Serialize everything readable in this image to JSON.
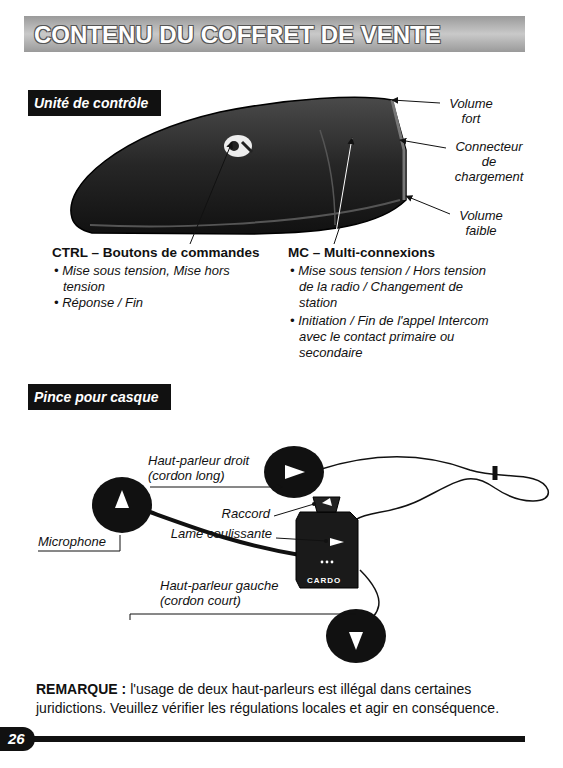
{
  "diagram": {
    "title": "CONTENU DU COFFRET DE VENTE",
    "nodes": [
      {
        "text": [
          "Unité de contrôle"
        ]
      },
      {
        "text": [
          "Pince pour casque"
        ]
      },
      {
        "text": [
          "26"
        ]
      }
    ],
    "edges": [],
    "labels": [
      "Volume fort",
      "Connecteur de chargement",
      "Volume faible",
      "CTRL – Boutons de commandes",
      "• Mise sous tension, Mise hors tension",
      "• Réponse / Fin",
      "MC – Multi-connexions",
      "• Mise sous tension / Hors tension de la radio / Changement de station",
      "• Initiation / Fin de l'appel Intercom avec le contact primaire ou secondaire",
      "Haut-parleur droit (cordon long)",
      "Raccord",
      "Lame coulissante",
      "Microphone",
      "Haut-parleur gauche (cordon court)",
      "CARDO",
      "REMARQUE :",
      "l'usage de deux haut-parleurs est illégal dans certaines juridictions. Veuillez vérifier les régulations locales et agir en conséquence."
    ]
  }
}
